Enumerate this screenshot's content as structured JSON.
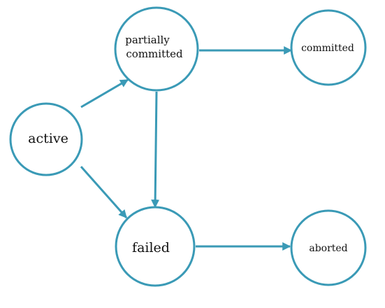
{
  "colors": {
    "node_stroke": "#3a9ab6",
    "edge": "#3a9ab6",
    "text": "#111111"
  },
  "states": {
    "active": {
      "label": "active"
    },
    "partially_committed": {
      "line1": "partially",
      "line2": "committed"
    },
    "committed": {
      "label": "committed"
    },
    "failed": {
      "label": "failed"
    },
    "aborted": {
      "label": "aborted"
    }
  },
  "transitions": [
    {
      "from": "active",
      "to": "partially_committed"
    },
    {
      "from": "active",
      "to": "failed"
    },
    {
      "from": "partially_committed",
      "to": "committed"
    },
    {
      "from": "partially_committed",
      "to": "failed"
    },
    {
      "from": "failed",
      "to": "aborted"
    }
  ]
}
